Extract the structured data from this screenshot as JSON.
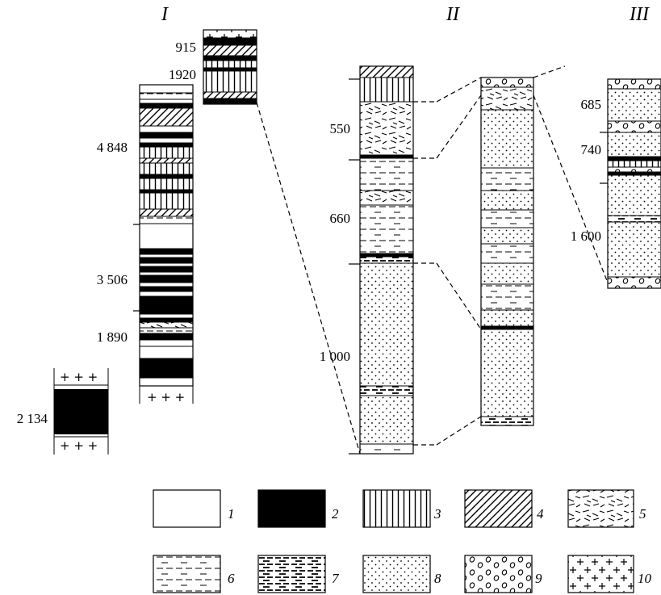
{
  "column_titles": {
    "c1": "I",
    "c2": "II",
    "c3": "III"
  },
  "thickness_labels": {
    "c1_915": "915",
    "c1_1920": "1920",
    "c1_4848": "4 848",
    "c1_3506": "3 506",
    "c1_1890": "1 890",
    "c1_2134": "2 134",
    "c2_550": "550",
    "c2_660": "660",
    "c2_1000": "1 000",
    "c3_685": "685",
    "c3_740": "740",
    "c3_1600": "1 600"
  },
  "legend": [
    {
      "num": "1",
      "pattern": "blank"
    },
    {
      "num": "2",
      "pattern": "solid-black"
    },
    {
      "num": "3",
      "pattern": "vertical-lines"
    },
    {
      "num": "4",
      "pattern": "diagonal-hatch"
    },
    {
      "num": "5",
      "pattern": "wavy-dashes"
    },
    {
      "num": "6",
      "pattern": "sparse-dashes"
    },
    {
      "num": "7",
      "pattern": "dense-dashes"
    },
    {
      "num": "8",
      "pattern": "dots"
    },
    {
      "num": "9",
      "pattern": "circles"
    },
    {
      "num": "10",
      "pattern": "crosses"
    }
  ]
}
